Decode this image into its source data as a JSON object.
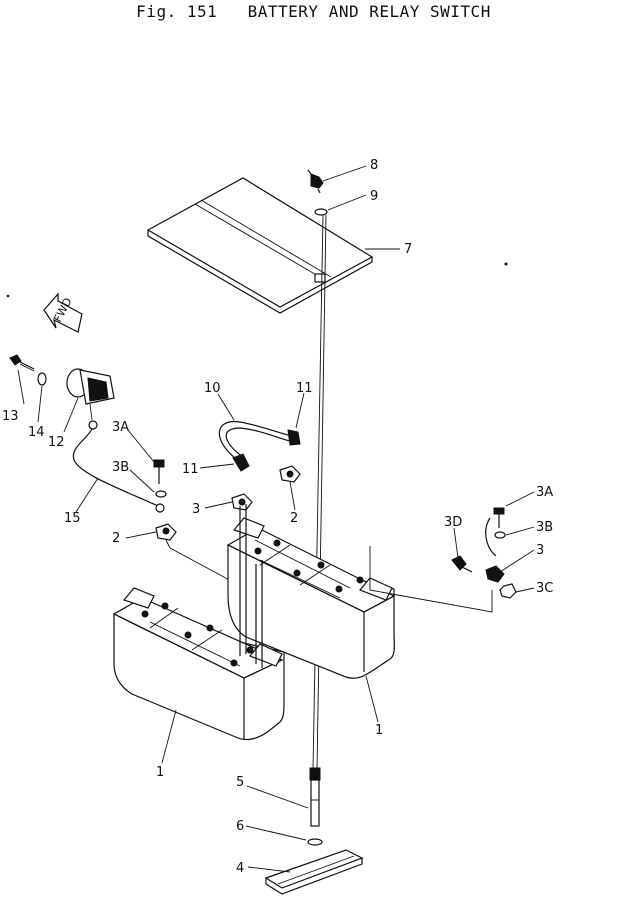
{
  "figure": {
    "title": "Fig. 151   BATTERY AND RELAY SWITCH",
    "direction_label": "FWD"
  },
  "callouts": [
    "8",
    "9",
    "7",
    "10",
    "11",
    "13",
    "14",
    "12",
    "3A",
    "3B",
    "11",
    "3",
    "2",
    "15",
    "2",
    "3A",
    "3D",
    "3B",
    "3",
    "3C",
    "1",
    "1",
    "5",
    "6",
    "4"
  ]
}
